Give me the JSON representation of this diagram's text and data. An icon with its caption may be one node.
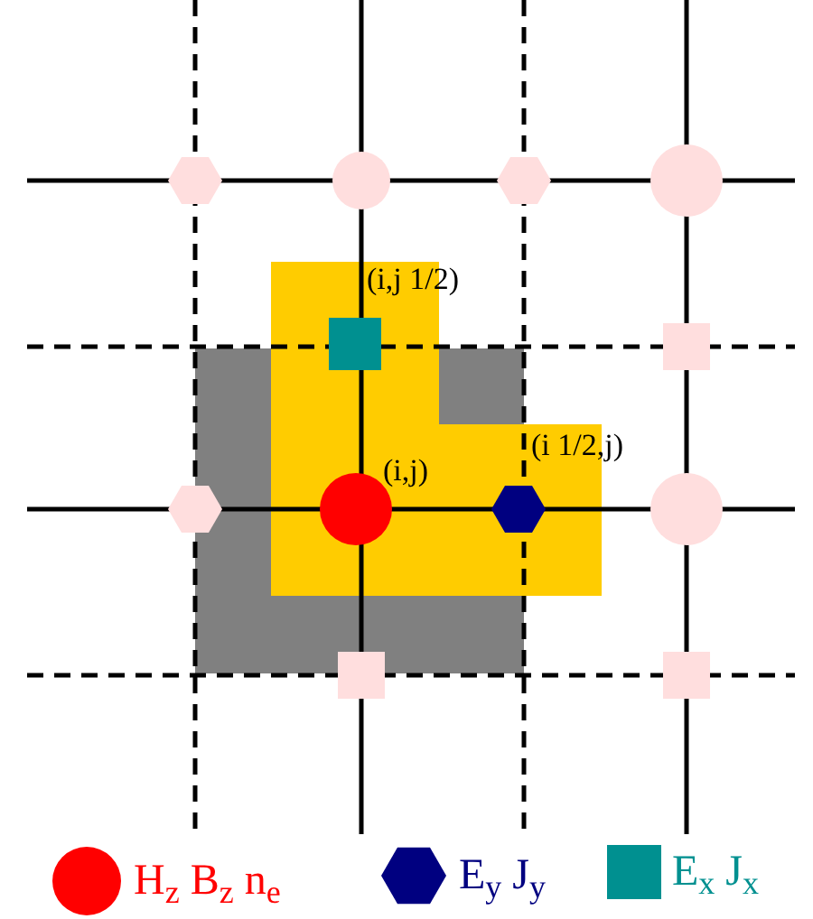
{
  "diagram": {
    "labels": [
      "(i,j 1/2)",
      "(i,j)",
      "(i 1/2,j)"
    ],
    "legend": [
      {
        "text": "H$_{z}$ B$_{z}$ n$_{e}$"
      },
      {
        "text": "E$_{y}$ J$_{y}$"
      },
      {
        "text": "E$_{x}$ J$_{x}$"
      }
    ]
  }
}
